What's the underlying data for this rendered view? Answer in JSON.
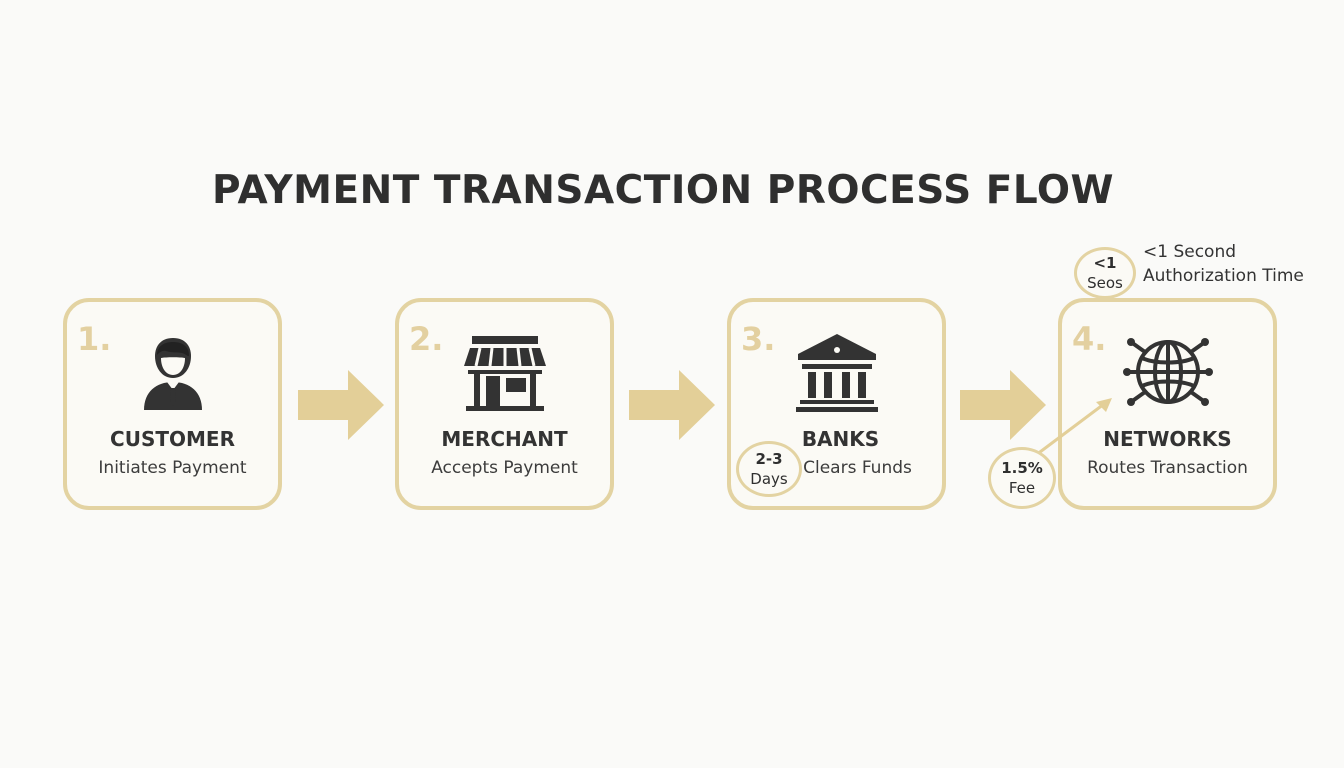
{
  "title": "PAYMENT TRANSACTION PROCESS FLOW",
  "accent_color": "#e3d3a2",
  "steps": [
    {
      "number": "1.",
      "label": "CUSTOMER",
      "description": "Initiates Payment",
      "icon": "person-icon"
    },
    {
      "number": "2.",
      "label": "MERCHANT",
      "description": "Accepts Payment",
      "icon": "storefront-icon"
    },
    {
      "number": "3.",
      "label": "BANKS",
      "description": "Clears Funds",
      "icon": "bank-icon"
    },
    {
      "number": "4.",
      "label": "NETWORKS",
      "description": "Routes Transaction",
      "icon": "globe-network-icon"
    }
  ],
  "badges": {
    "settlement": {
      "line1": "2-3",
      "line2": "Days"
    },
    "fee": {
      "line1": "1.5%",
      "line2": "Fee"
    },
    "authorization": {
      "line1": "<1",
      "line2": "Seos"
    }
  },
  "annotations": {
    "authorization": {
      "line1": "<1 Second",
      "line2": "Authorization Time"
    }
  }
}
